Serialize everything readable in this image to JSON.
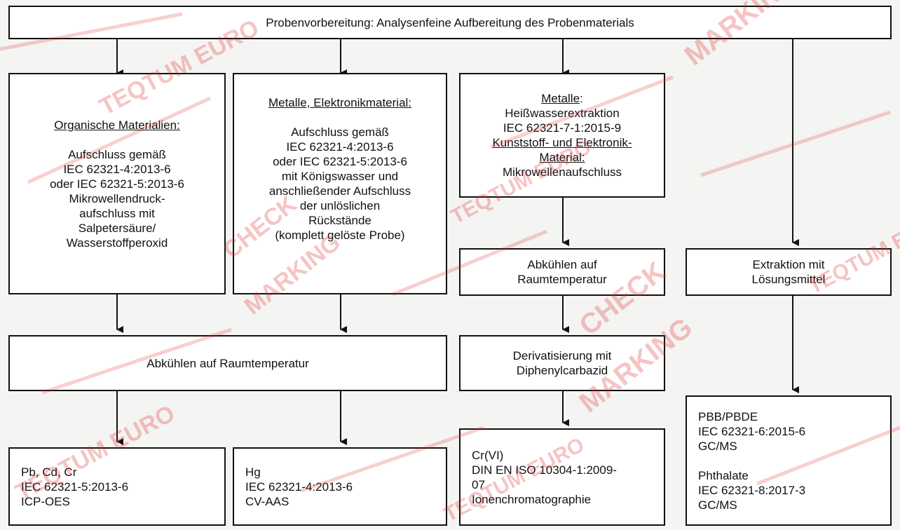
{
  "header": {
    "text": "Probenvorbereitung: Analysenfeine Aufbereitung des Probenmaterials"
  },
  "column1": {
    "heading": "Organische Materialien:",
    "lines": [
      "Aufschluss gemäß",
      "IEC 62321-4:2013-6",
      "oder IEC 62321-5:2013-6",
      "Mikrowellendruck-",
      "aufschluss mit",
      "Salpetersäure/",
      "Wasserstoffperoxid"
    ],
    "result": [
      "Pb, Cd, Cr",
      "IEC 62321-5:2013-6",
      "ICP-OES"
    ]
  },
  "column2": {
    "heading": "Metalle, Elektronikmaterial:",
    "lines": [
      "Aufschluss gemäß",
      "IEC 62321-4:2013-6",
      "oder IEC 62321-5:2013-6",
      "mit Königswasser und",
      "anschließender Aufschluss",
      "der unlöslichen",
      "Rückstände",
      "(komplett gelöste Probe)"
    ],
    "result": [
      "Hg",
      "IEC 62321-4:2013-6",
      "CV-AAS"
    ]
  },
  "shared_cooling": {
    "text": "Abkühlen auf Raumtemperatur"
  },
  "column3": {
    "heading1": "Metalle",
    "heading1_suffix": ":",
    "lines1": [
      "Heißwasserextraktion",
      "IEC 62321-7-1:2015-9"
    ],
    "heading2_line1": "Kunststoff- und Elektronik-",
    "heading2_line2": "Material:",
    "lines2": [
      "Mikrowellenaufschluss"
    ],
    "cooling": [
      "Abkühlen auf",
      "Raumtemperatur"
    ],
    "derivatization": [
      "Derivatisierung mit",
      "Diphenylcarbazid"
    ],
    "result": [
      "Cr(VI)",
      "DIN EN ISO 10304-1:2009-",
      "07",
      "Ionenchromatographie"
    ]
  },
  "column4": {
    "extraction": [
      "Extraktion mit",
      "Lösungsmittel"
    ],
    "result_a": [
      "PBB/PBDE",
      "IEC 62321-6:2015-6",
      "GC/MS"
    ],
    "result_b": [
      "Phthalate",
      "IEC 62321-8:2017-3",
      "GC/MS"
    ]
  },
  "watermark": {
    "words": [
      "TEQTUM EURO",
      "CHECK",
      "MARKING"
    ],
    "color": "#e02a2a"
  }
}
